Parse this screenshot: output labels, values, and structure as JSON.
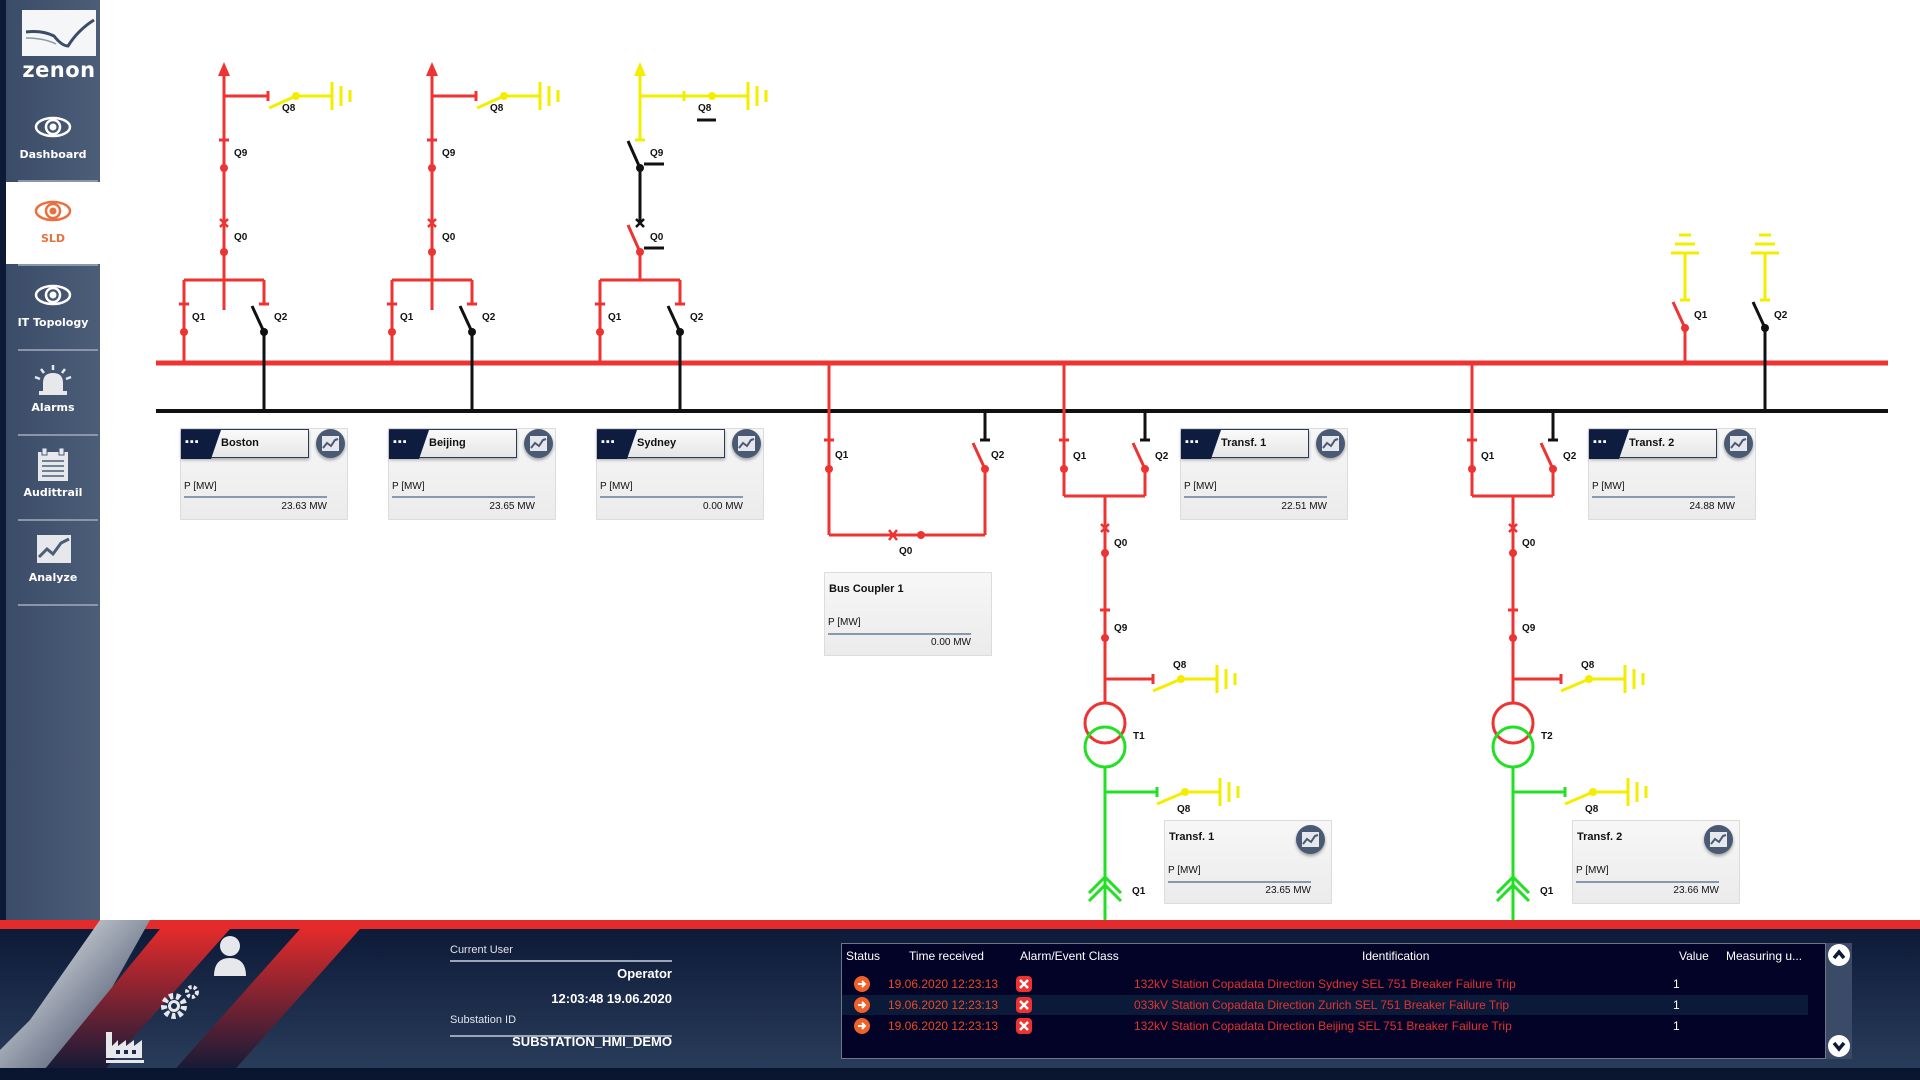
{
  "app": {
    "logo_text": "zenon",
    "accent_color": "#e8703f",
    "energized_color": "#ee3333",
    "earthed_color": "#f3ee00",
    "lv_color": "#22e022"
  },
  "sidebar": {
    "items": [
      {
        "label": "Dashboard",
        "icon": "eye-icon",
        "active": false
      },
      {
        "label": "SLD",
        "icon": "eye-icon",
        "active": true
      },
      {
        "label": "IT Topology",
        "icon": "eye-icon",
        "active": false
      },
      {
        "label": "Alarms",
        "icon": "alarm-beacon-icon",
        "active": false
      },
      {
        "label": "Audittrail",
        "icon": "calendar-list-icon",
        "active": false
      },
      {
        "label": "Analyze",
        "icon": "trend-chart-icon",
        "active": false
      }
    ]
  },
  "sld": {
    "feeders": [
      {
        "name": "Boston",
        "q8": "Q8",
        "q9": "Q9",
        "q0": "Q0",
        "q1": "Q1",
        "q2": "Q2",
        "p_label": "P [MW]",
        "value": "23.63 MW"
      },
      {
        "name": "Beijing",
        "q8": "Q8",
        "q9": "Q9",
        "q0": "Q0",
        "q1": "Q1",
        "q2": "Q2",
        "p_label": "P [MW]",
        "value": "23.65 MW"
      },
      {
        "name": "Sydney",
        "q8": "Q8",
        "q9": "Q9",
        "q0": "Q0",
        "q1": "Q1",
        "q2": "Q2",
        "p_label": "P [MW]",
        "value": "0.00 MW"
      }
    ],
    "bus_coupler": {
      "name": "Bus Coupler 1",
      "q1": "Q1",
      "q2": "Q2",
      "q0": "Q0",
      "p_label": "P [MW]",
      "value": "0.00 MW"
    },
    "transformers": [
      {
        "name": "Transf. 1",
        "hv_value": "22.51 MW",
        "lv_value": "23.65 MW",
        "t": "T1",
        "q1": "Q1",
        "q2": "Q2",
        "q0": "Q0",
        "q9": "Q9",
        "q8_hv": "Q8",
        "q8_lv": "Q8",
        "q1_lv": "Q1",
        "p_label": "P [MW]"
      },
      {
        "name": "Transf. 2",
        "hv_value": "24.88 MW",
        "lv_value": "23.66 MW",
        "t": "T2",
        "q1": "Q1",
        "q2": "Q2",
        "q0": "Q0",
        "q9": "Q9",
        "q8_hv": "Q8",
        "q8_lv": "Q8",
        "q1_lv": "Q1",
        "p_label": "P [MW]"
      }
    ],
    "bus_earthing": {
      "q1": "Q1",
      "q2": "Q2"
    }
  },
  "footer": {
    "current_user_label": "Current User",
    "current_user": "Operator",
    "datetime": "12:03:48 19.06.2020",
    "substation_label": "Substation ID",
    "substation_id": "SUBSTATION_HMI_DEMO"
  },
  "alarm_list": {
    "columns": [
      "Status",
      "Time received",
      "Alarm/Event Class",
      "Identification",
      "Value",
      "Measuring u..."
    ],
    "rows": [
      {
        "time": "19.06.2020 12:23:13",
        "identification": "132kV Station Copadata Direction Sydney SEL 751 Breaker Failure Trip",
        "value": "1",
        "unit": ""
      },
      {
        "time": "19.06.2020 12:23:13",
        "identification": "033kV Station Copadata Direction Zurich SEL 751 Breaker Failure Trip",
        "value": "1",
        "unit": ""
      },
      {
        "time": "19.06.2020 12:23:13",
        "identification": "132kV Station Copadata Direction Beijing SEL 751 Breaker Failure Trip",
        "value": "1",
        "unit": ""
      }
    ]
  }
}
